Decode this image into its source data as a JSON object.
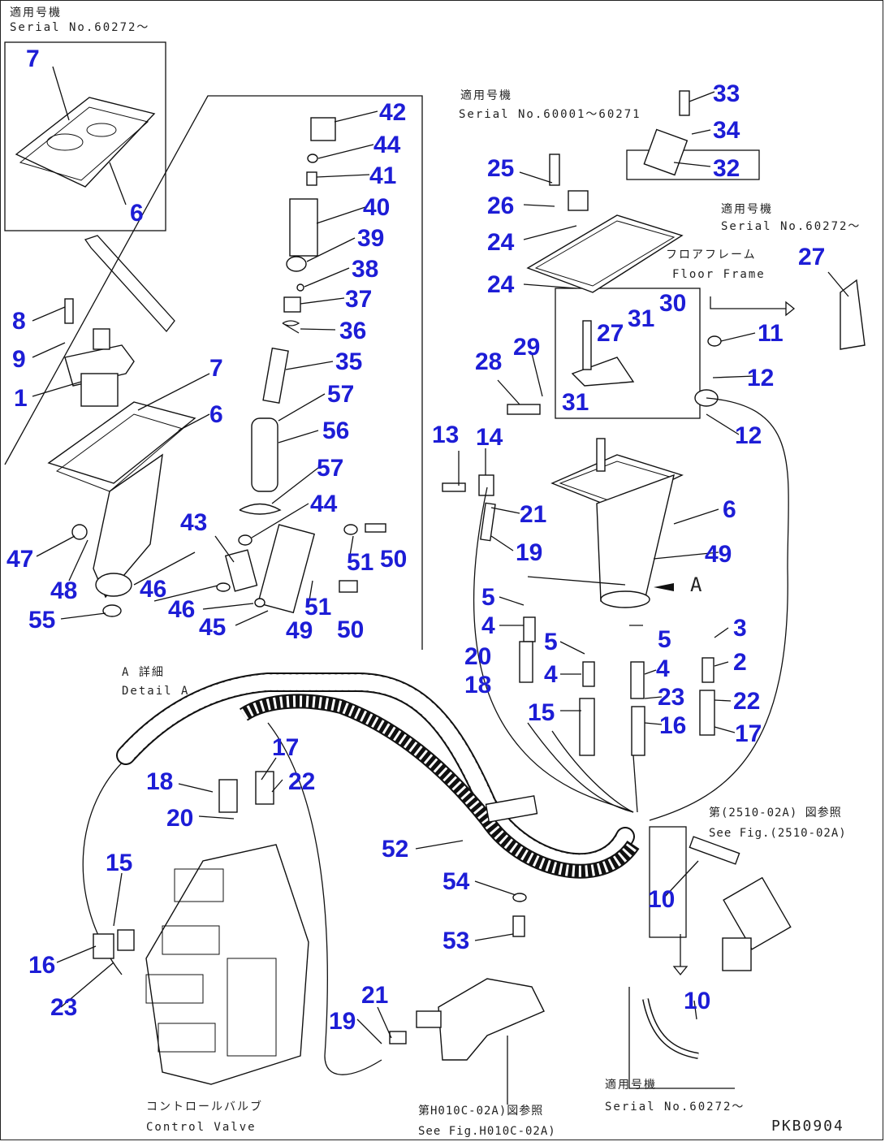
{
  "notes": {
    "serial_top_left_jp": "適用号機",
    "serial_top_left": "Serial No.60272～",
    "serial_mid_jp": "適用号機",
    "serial_mid": "Serial No.60001～60271",
    "serial_right_jp": "適用号機",
    "serial_right": "Serial No.60272～",
    "floor_frame_jp": "フロアフレーム",
    "floor_frame": "Floor Frame",
    "detail_a_jp": "A 詳細",
    "detail_a": "Detail A",
    "see_fig_right_jp": "第(2510-02A) 図参照",
    "see_fig_right": "See Fig.(2510-02A)",
    "control_valve_jp": "コントロールバルブ",
    "control_valve": "Control Valve",
    "see_fig_bottom_jp": "第H010C-02A)図参照",
    "see_fig_bottom": "See Fig.H010C-02A)",
    "serial_bottom_jp": "適用号機",
    "serial_bottom": "Serial No.60272～",
    "view_a_label": "A",
    "drawing_code": "PKB0904"
  },
  "callouts": [
    "7",
    "6",
    "8",
    "9",
    "1",
    "7",
    "6",
    "47",
    "48",
    "46",
    "55",
    "42",
    "44",
    "41",
    "40",
    "39",
    "38",
    "37",
    "36",
    "35",
    "57",
    "56",
    "57",
    "44",
    "43",
    "51",
    "50",
    "46",
    "45",
    "49",
    "51",
    "50",
    "33",
    "34",
    "32",
    "25",
    "26",
    "24",
    "24",
    "27",
    "31",
    "30",
    "27",
    "11",
    "12",
    "28",
    "29",
    "31",
    "12",
    "13",
    "14",
    "21",
    "19",
    "6",
    "49",
    "5",
    "4",
    "20",
    "18",
    "5",
    "4",
    "15",
    "5",
    "4",
    "23",
    "16",
    "3",
    "2",
    "22",
    "17",
    "17",
    "22",
    "18",
    "20",
    "15",
    "16",
    "23",
    "52",
    "54",
    "53",
    "10",
    "10",
    "21",
    "19"
  ]
}
